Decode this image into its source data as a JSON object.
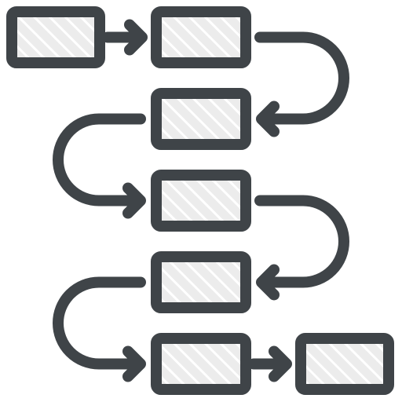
{
  "icon": {
    "name": "workflow-process-icon",
    "stroke_color": "#3f4448",
    "box_fill_color": "#ececec",
    "hatch_color": "#ffffff",
    "nodes": [
      {
        "id": "box-1"
      },
      {
        "id": "box-2"
      },
      {
        "id": "box-3"
      },
      {
        "id": "box-4"
      },
      {
        "id": "box-5"
      },
      {
        "id": "box-6"
      },
      {
        "id": "box-7"
      }
    ],
    "connectors": [
      {
        "from": "box-1",
        "to": "box-2",
        "kind": "straight-arrow"
      },
      {
        "from": "box-2",
        "to": "box-3",
        "kind": "curved-arrow-right"
      },
      {
        "from": "box-3",
        "to": "box-4",
        "kind": "curved-arrow-left"
      },
      {
        "from": "box-4",
        "to": "box-5",
        "kind": "curved-arrow-right"
      },
      {
        "from": "box-5",
        "to": "box-6",
        "kind": "curved-arrow-left"
      },
      {
        "from": "box-6",
        "to": "box-7",
        "kind": "straight-arrow"
      }
    ]
  }
}
